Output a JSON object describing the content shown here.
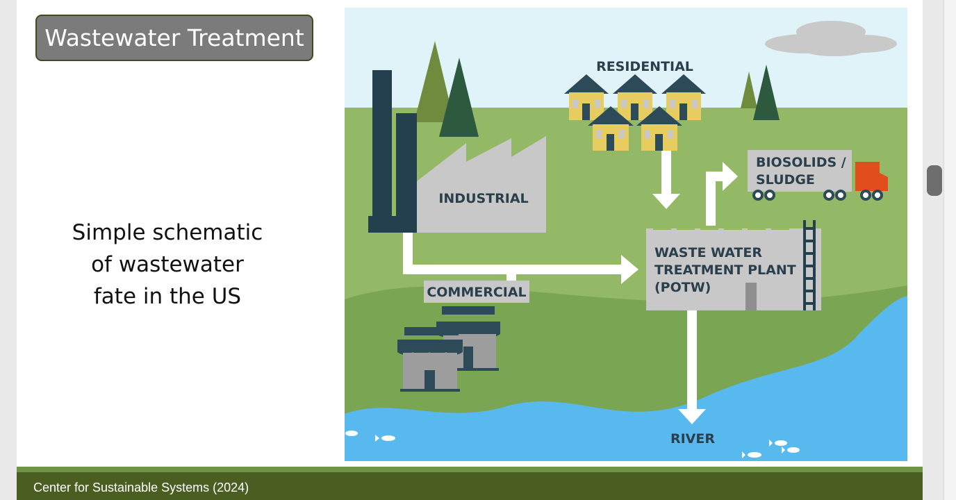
{
  "slide": {
    "title": "Wastewater Treatment",
    "caption_lines": [
      "Simple schematic",
      "of wastewater",
      "fate in the US"
    ],
    "footer": "Center for Sustainable Systems (2024)"
  },
  "diagram": {
    "labels": {
      "residential": "RESIDENTIAL",
      "industrial": "INDUSTRIAL",
      "commercial": "COMMERCIAL",
      "biosolids_line1": "BIOSOLIDS /",
      "biosolids_line2": "SLUDGE",
      "plant_line1": "WASTE WATER",
      "plant_line2": "TREATMENT PLANT",
      "plant_line3": "(POTW)",
      "river": "RIVER"
    },
    "colors": {
      "sky": "#dff3f9",
      "grass_light": "#93b866",
      "grass_dark": "#78a452",
      "water": "#58b9ef",
      "trees": "#2d5a3f",
      "trees_light": "#6f8c3e",
      "house": "#e7cd5f",
      "building": "#c8c8c8",
      "dark": "#2c4a57",
      "truck_cab": "#e24e1b"
    }
  },
  "colors": {
    "title_bg": "#7b7b7b",
    "footer_bg": "#4a5e22",
    "footer_strip": "#6f9445"
  }
}
